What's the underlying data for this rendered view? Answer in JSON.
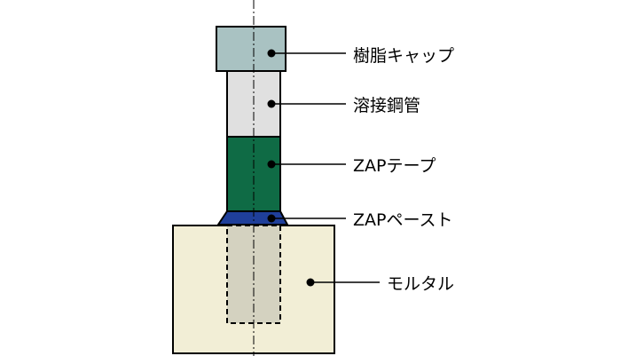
{
  "labels": {
    "resin_cap": "樹脂キャップ",
    "welded_pipe": "溶接鋼管",
    "zap_tape": "ZAPテープ",
    "zap_paste": "ZAPペースト",
    "mortar": "モルタル"
  },
  "colors": {
    "resin_cap": "#a9c2c2",
    "welded_pipe": "#e0e0e0",
    "zap_tape": "#0f6b45",
    "zap_paste": "#1f3f9a",
    "mortar": "#f2eed6",
    "embedded_pipe": "#d4d2c0",
    "outline": "#000000"
  }
}
